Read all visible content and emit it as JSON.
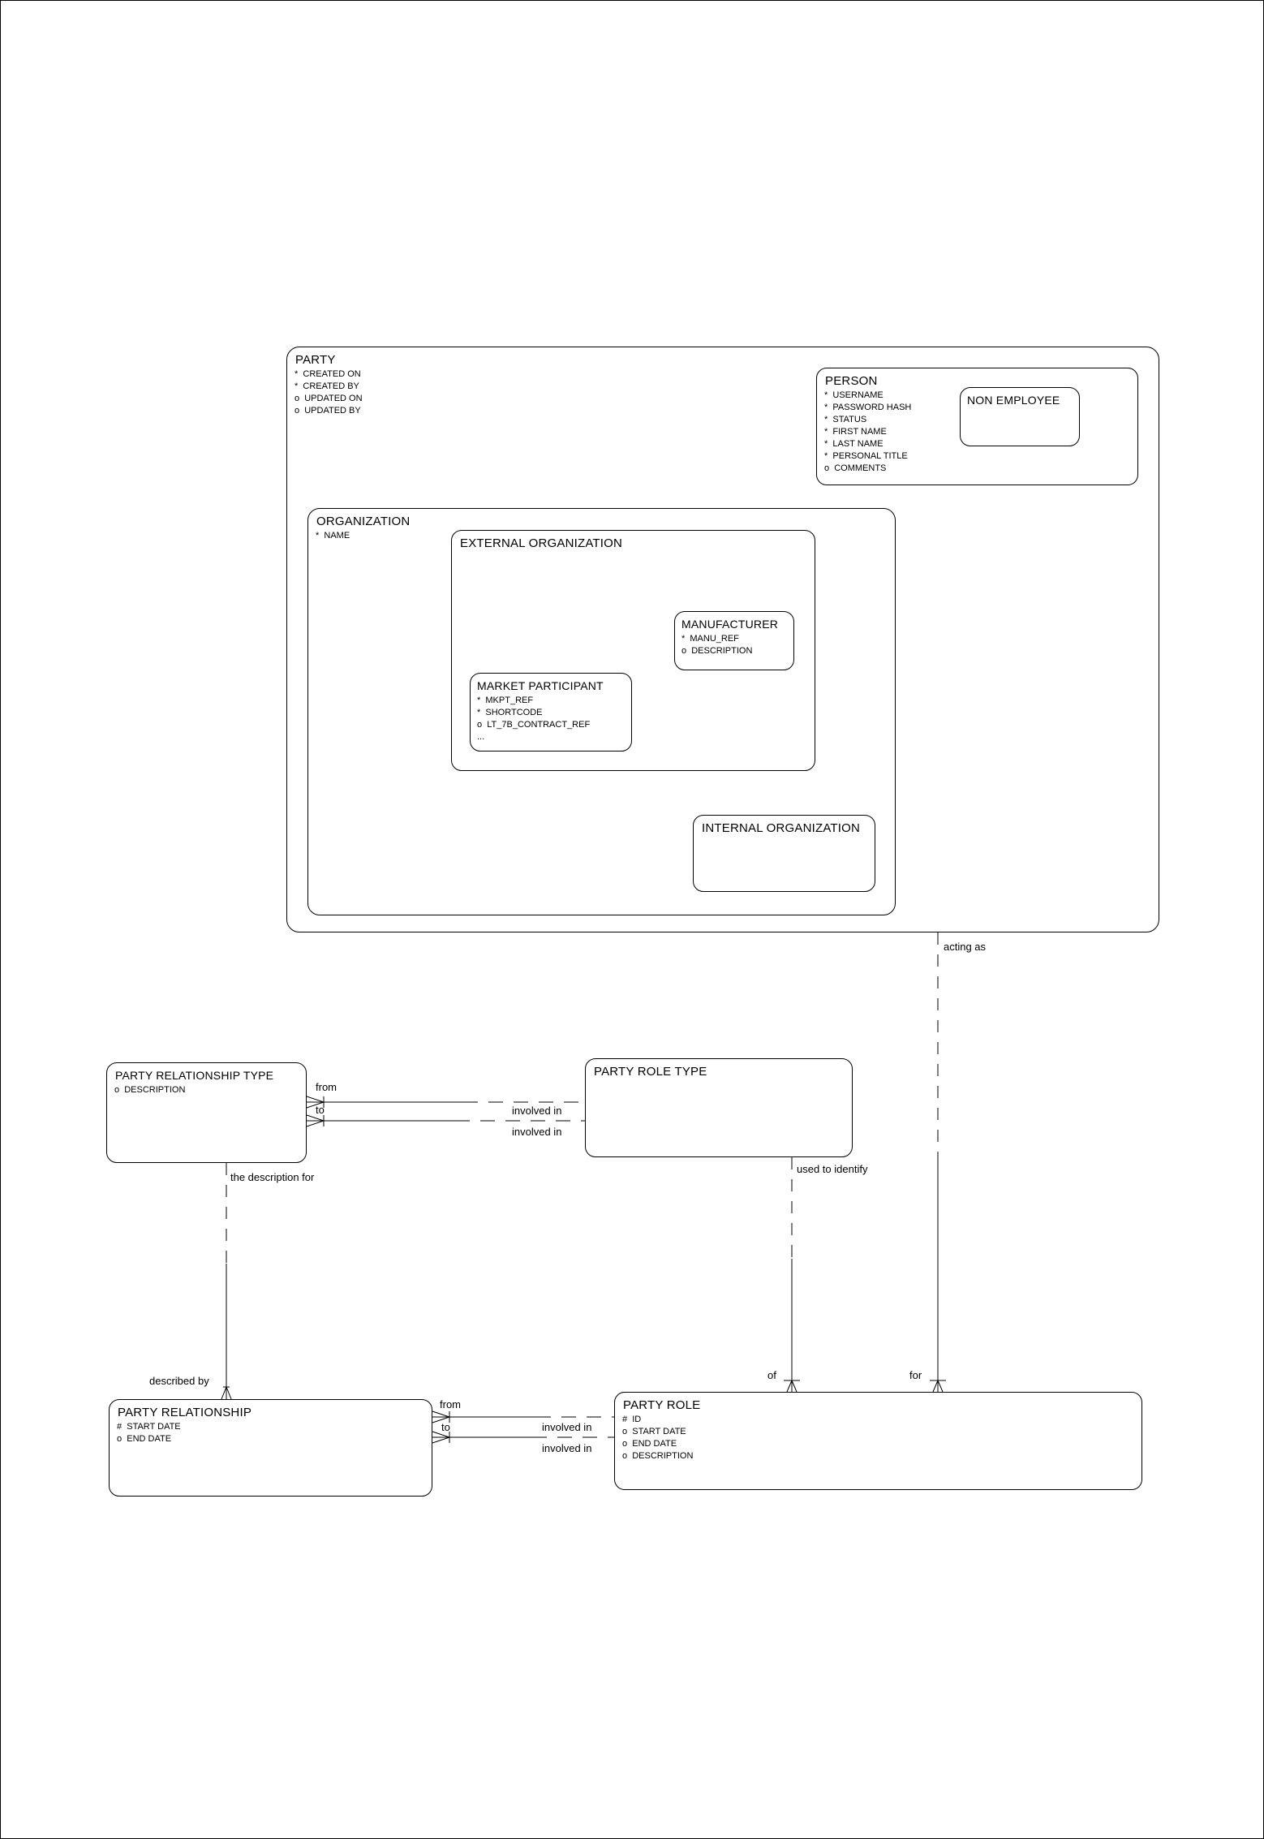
{
  "diagram": {
    "entities": {
      "party": {
        "title": "PARTY",
        "attrs": [
          "*  CREATED ON",
          "*  CREATED BY",
          "o  UPDATED ON",
          "o  UPDATED BY"
        ]
      },
      "person": {
        "title": "PERSON",
        "attrs": [
          "*  USERNAME",
          "*  PASSWORD HASH",
          "*  STATUS",
          "*  FIRST NAME",
          "*  LAST NAME",
          "*  PERSONAL TITLE",
          "o  COMMENTS"
        ]
      },
      "non_employee": {
        "title": "NON EMPLOYEE",
        "attrs": []
      },
      "organization": {
        "title": "ORGANIZATION",
        "attrs": [
          "*  NAME"
        ]
      },
      "external_organization": {
        "title": "EXTERNAL ORGANIZATION",
        "attrs": []
      },
      "manufacturer": {
        "title": "MANUFACTURER",
        "attrs": [
          "*  MANU_REF",
          "o  DESCRIPTION"
        ]
      },
      "market_participant": {
        "title": "MARKET PARTICIPANT",
        "attrs": [
          "*  MKPT_REF",
          "*  SHORTCODE",
          "o  LT_7B_CONTRACT_REF",
          "..."
        ]
      },
      "internal_organization": {
        "title": "INTERNAL ORGANIZATION",
        "attrs": []
      },
      "party_relationship_type": {
        "title": "PARTY RELATIONSHIP TYPE",
        "attrs": [
          "o  DESCRIPTION"
        ]
      },
      "party_role_type": {
        "title": "PARTY ROLE TYPE",
        "attrs": []
      },
      "party_relationship": {
        "title": "PARTY RELATIONSHIP",
        "attrs": [
          "#  START DATE",
          "o  END DATE"
        ]
      },
      "party_role": {
        "title": "PARTY ROLE",
        "attrs": [
          "#  ID",
          "o  START DATE",
          "o  END DATE",
          "o  DESCRIPTION"
        ]
      }
    },
    "labels": {
      "acting_as": "acting as",
      "for": "for",
      "used_to_identify": "used to identify",
      "of": "of",
      "the_description_for": "the description for",
      "described_by": "described by",
      "from_top": "from",
      "to_top": "to",
      "involved_in_top_1": "involved in",
      "involved_in_top_2": "involved in",
      "from_bottom": "from",
      "to_bottom": "to",
      "involved_in_bottom_1": "involved in",
      "involved_in_bottom_2": "involved in"
    },
    "colors": {
      "line": "#000000",
      "background": "#ffffff"
    }
  }
}
